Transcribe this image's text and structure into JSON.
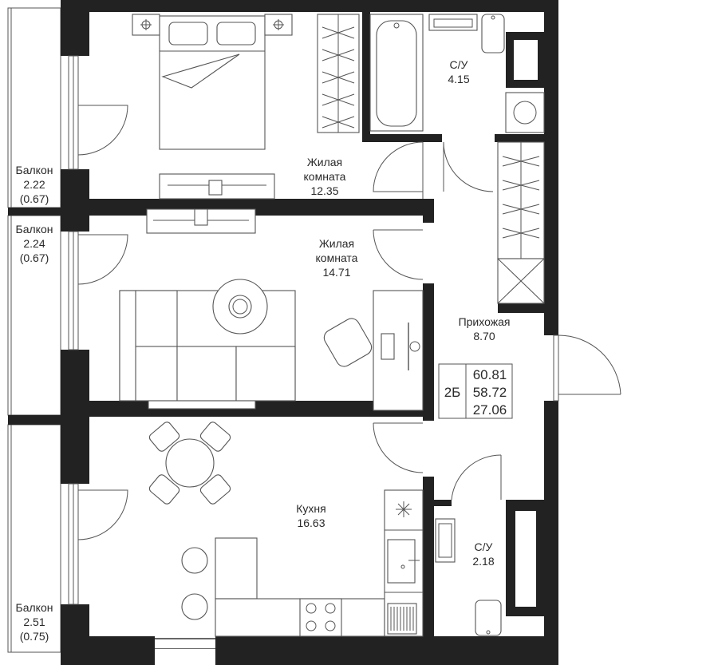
{
  "rooms": {
    "bedroom": {
      "name_line1": "Жилая",
      "name_line2": "комната",
      "area": "12.35"
    },
    "living": {
      "name_line1": "Жилая",
      "name_line2": "комната",
      "area": "14.71"
    },
    "bathroom_top": {
      "name": "С/У",
      "area": "4.15"
    },
    "hallway": {
      "name": "Прихожая",
      "area": "8.70"
    },
    "kitchen": {
      "name": "Кухня",
      "area": "16.63"
    },
    "bathroom_bottom": {
      "name": "С/У",
      "area": "2.18"
    }
  },
  "balconies": [
    {
      "name": "Балкон",
      "area": "2.22",
      "reduced": "(0.67)"
    },
    {
      "name": "Балкон",
      "area": "2.24",
      "reduced": "(0.67)"
    },
    {
      "name": "Балкон",
      "area": "2.51",
      "reduced": "(0.75)"
    }
  ],
  "summary": {
    "type": "2Б",
    "total_area": "60.81",
    "living_total": "58.72",
    "living_area": "27.06"
  }
}
